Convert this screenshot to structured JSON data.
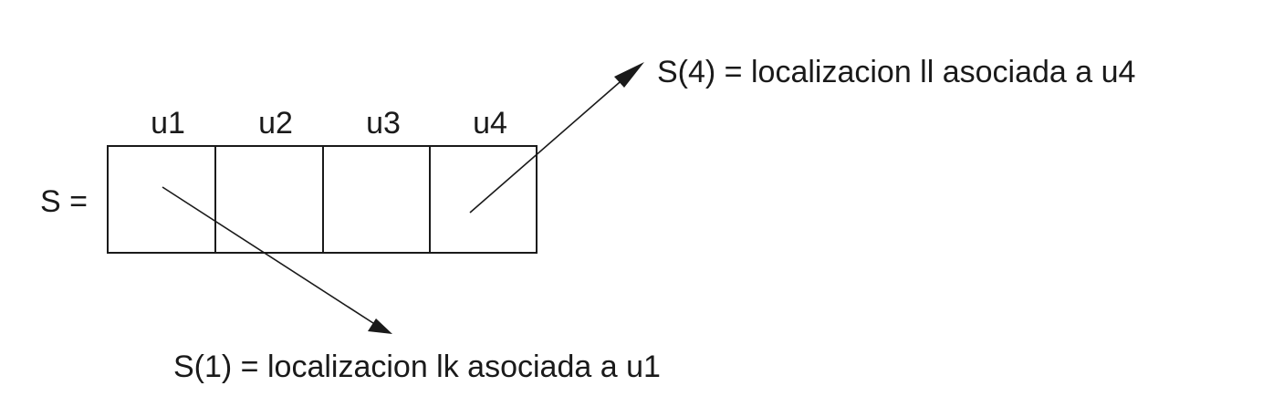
{
  "vector_label": "S =",
  "cells": [
    "u1",
    "u2",
    "u3",
    "u4"
  ],
  "annotations": {
    "top": "S(4) =  localizacion ll asociada a u4",
    "bottom": "S(1) =  localizacion lk asociada a u1"
  },
  "colors": {
    "ink": "#1a1a1a",
    "background": "#ffffff"
  }
}
